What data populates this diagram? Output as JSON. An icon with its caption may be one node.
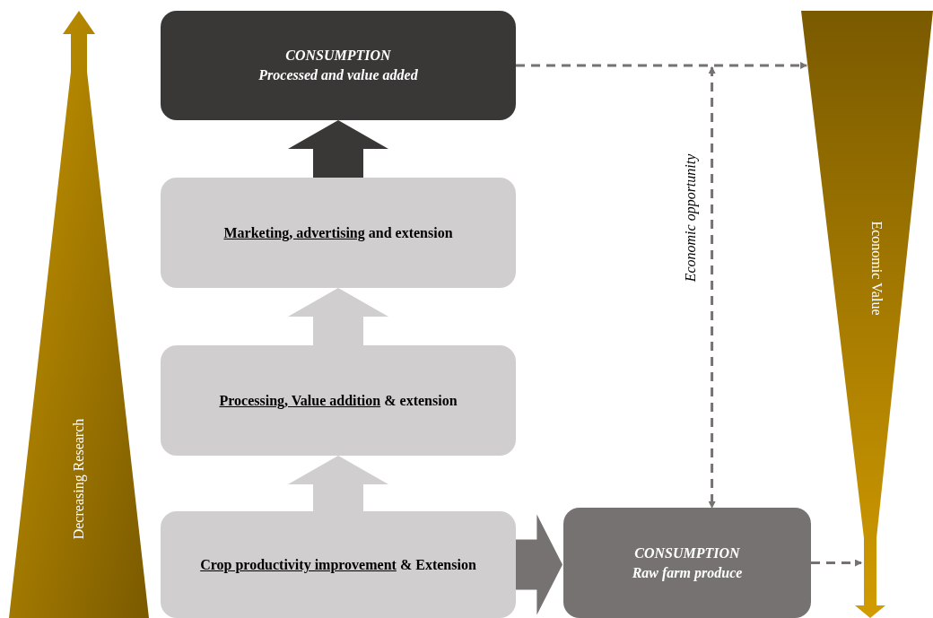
{
  "diagram": {
    "nodes": [
      {
        "text": [
          "CONSUMPTION",
          "Processed and value added"
        ]
      },
      {
        "text": [
          "**Marketing, advertising** and extension"
        ]
      },
      {
        "text": [
          "**Processing, Value addition** & extension"
        ]
      },
      {
        "text": [
          "**Crop productivity improvement** & Extension"
        ]
      },
      {
        "text": [
          "CONSUMPTION",
          "Raw farm produce"
        ]
      },
      {
        "text": [
          "Decreasing Research"
        ]
      },
      {
        "text": [
          "Economic Value"
        ]
      }
    ],
    "edges": [
      {
        "from": 1,
        "to": 0,
        "arrow": "to",
        "style": "thick",
        "color": "#3a3837"
      },
      {
        "from": 2,
        "to": 1,
        "arrow": "to",
        "style": "thick",
        "color": "#d0cecf"
      },
      {
        "from": 3,
        "to": 2,
        "arrow": "to",
        "style": "thick",
        "color": "#d0cecf"
      },
      {
        "from": 3,
        "to": 4,
        "arrow": "to",
        "style": "thick",
        "color": "#767271"
      },
      {
        "from": 0,
        "to": 6,
        "arrow": "to",
        "style": "dashed",
        "color": "#767271"
      },
      {
        "from": 4,
        "to": 6,
        "arrow": "to",
        "style": "dashed",
        "color": "#767271"
      },
      {
        "from": null,
        "to": 4,
        "arrow": "both",
        "style": "dashed",
        "color": "#767271",
        "label": "Economic opportunity"
      }
    ]
  }
}
